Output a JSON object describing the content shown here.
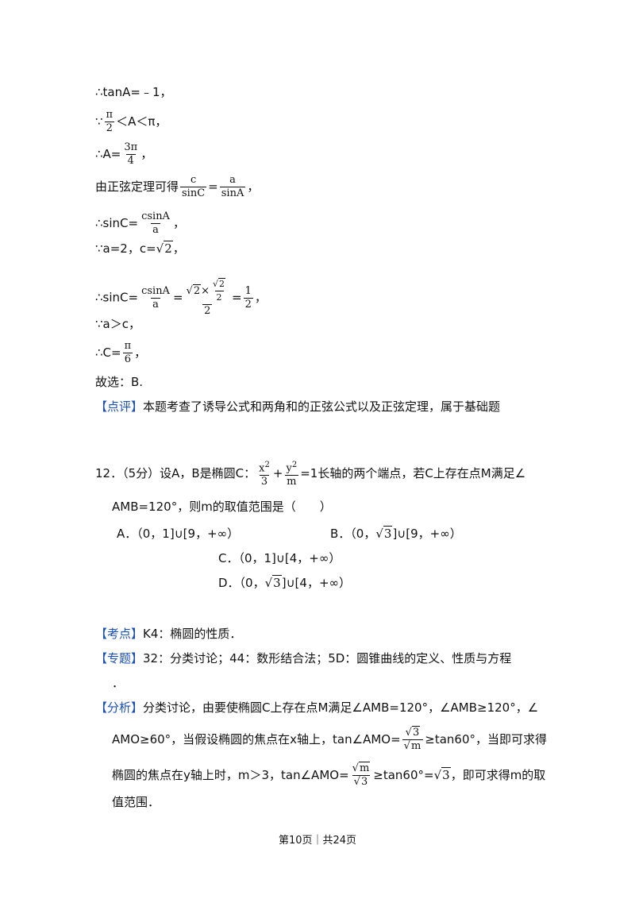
{
  "solution_prev": {
    "l1": "∴tanA=﹣1，",
    "l2_pre": "∵",
    "l2_num": "π",
    "l2_den": "2",
    "l2_post": "＜A＜π，",
    "l3_pre": "∴A=",
    "l3_num": "3π",
    "l3_den": "4",
    "l3_post": "，",
    "l4_pre": "由正弦定理可得",
    "l4_n1": "c",
    "l4_d1": "sinC",
    "l4_eq": "=",
    "l4_n2": "a",
    "l4_d2": "sinA",
    "l4_post": "，",
    "l5_pre": "∴sinC=",
    "l5_num": "csinA",
    "l5_den": "a",
    "l5_post": "，",
    "l6_pre": "∵a=2，c=",
    "l6_rad": "2",
    "l6_post": "，",
    "l7_pre": "∴sinC=",
    "l7_num": "csinA",
    "l7_den": "a",
    "l7_eq1": "=",
    "l7_rad1": "2",
    "l7_times": "×",
    "l7_rad2": "2",
    "l7_den2": "2",
    "l7_den3": "2",
    "l7_eq2": "=",
    "l7_n4": "1",
    "l7_d4": "2",
    "l7_post": "，",
    "l8": "∵a＞c，",
    "l9_pre": "∴C=",
    "l9_num": "π",
    "l9_den": "6",
    "l9_post": "，",
    "l10": "故选：B."
  },
  "review": {
    "tag": "【点评】",
    "text": "本题考查了诱导公式和两角和的正弦公式以及正弦定理，属于基础题"
  },
  "question": {
    "number": "12．（5分）设A，B是椭圆C：",
    "x_num": "x",
    "x_sup": "2",
    "x_den": "3",
    "plus": "+",
    "y_num": "y",
    "y_sup": "2",
    "y_den": "m",
    "rest1": "=1长轴的两个端点，若C上存在点M满足∠",
    "line2": "AMB=120°，则m的取值范围是（　　）",
    "optA": "A．（0，1]∪[9，+∞）",
    "optB_pre": "B．（0，",
    "optB_rad": "3",
    "optB_post": "]∪[9，+∞）",
    "optC": "C．（0，1]∪[4，+∞）",
    "optD_pre": "D．（0，",
    "optD_rad": "3",
    "optD_post": "]∪[4，+∞）"
  },
  "kaodian": {
    "tag": "【考点】",
    "text": "K4：椭圆的性质．"
  },
  "zhuanti": {
    "tag": "【专题】",
    "text": "32：分类讨论；44：数形结合法；5D：圆锥曲线的定义、性质与方程",
    "cont": "．"
  },
  "fenxi": {
    "tag": "【分析】",
    "l1": "分类讨论，由要使椭圆C上存在点M满足∠AMB=120°，∠AMB≥120°，∠",
    "l2_pre": "AMO≥60°，当假设椭圆的焦点在x轴上，tan∠AMO=",
    "l2_num_rad": "3",
    "l2_den_rad": "m",
    "l2_post": "≥tan60°，当即可求得",
    "l3_pre": "椭圆的焦点在y轴上时，m＞3，tan∠AMO=",
    "l3_num_rad": "m",
    "l3_den_rad": "3",
    "l3_mid": "≥tan60°=",
    "l3_rad": "3",
    "l3_post": "，即可求得m的取",
    "l4": "值范围．"
  },
  "footer": "第10页｜共24页"
}
